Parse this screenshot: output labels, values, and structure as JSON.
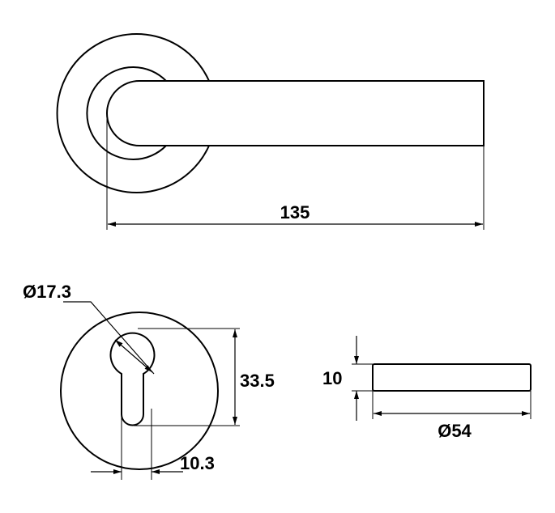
{
  "dimensions": {
    "handle_length": "135",
    "keyhole_diameter": "Ø17.3",
    "keyhole_height": "33.5",
    "keyhole_slot_width": "10.3",
    "rose_thickness": "10",
    "rose_diameter": "Ø54"
  },
  "colors": {
    "line": "#000000",
    "background": "#ffffff"
  }
}
